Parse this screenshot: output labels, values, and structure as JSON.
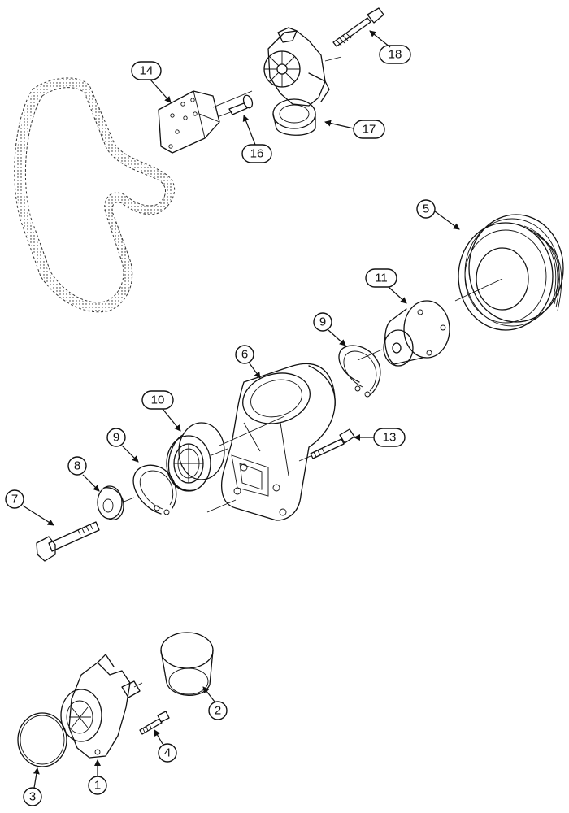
{
  "callouts": {
    "c1": "1",
    "c2": "2",
    "c3": "3",
    "c4": "4",
    "c5": "5",
    "c6": "6",
    "c7": "7",
    "c8": "8",
    "c9a": "9",
    "c9b": "9",
    "c10": "10",
    "c11": "11",
    "c13": "13",
    "c14": "14",
    "c16": "16",
    "c17": "17",
    "c18": "18"
  }
}
